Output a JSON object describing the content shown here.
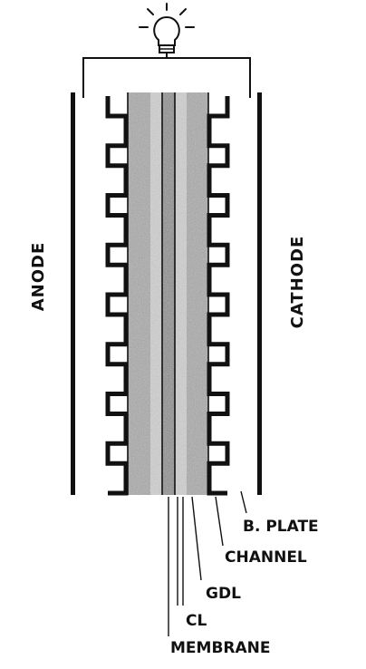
{
  "diagram": {
    "side_labels": {
      "anode": "ANODE",
      "cathode": "CATHODE"
    },
    "layer_labels": {
      "bipolar_plate": "B. PLATE",
      "channel": "CHANNEL",
      "gdl": "GDL",
      "cl": "CL",
      "membrane": "MEMBRANE"
    },
    "load_icon": "light-bulb-icon",
    "colors": {
      "stroke": "#111111",
      "gdl": "#a9a9a9",
      "catalyst": "#d2d2d2",
      "membrane": "#8c8c8c",
      "background": "#ffffff"
    }
  }
}
